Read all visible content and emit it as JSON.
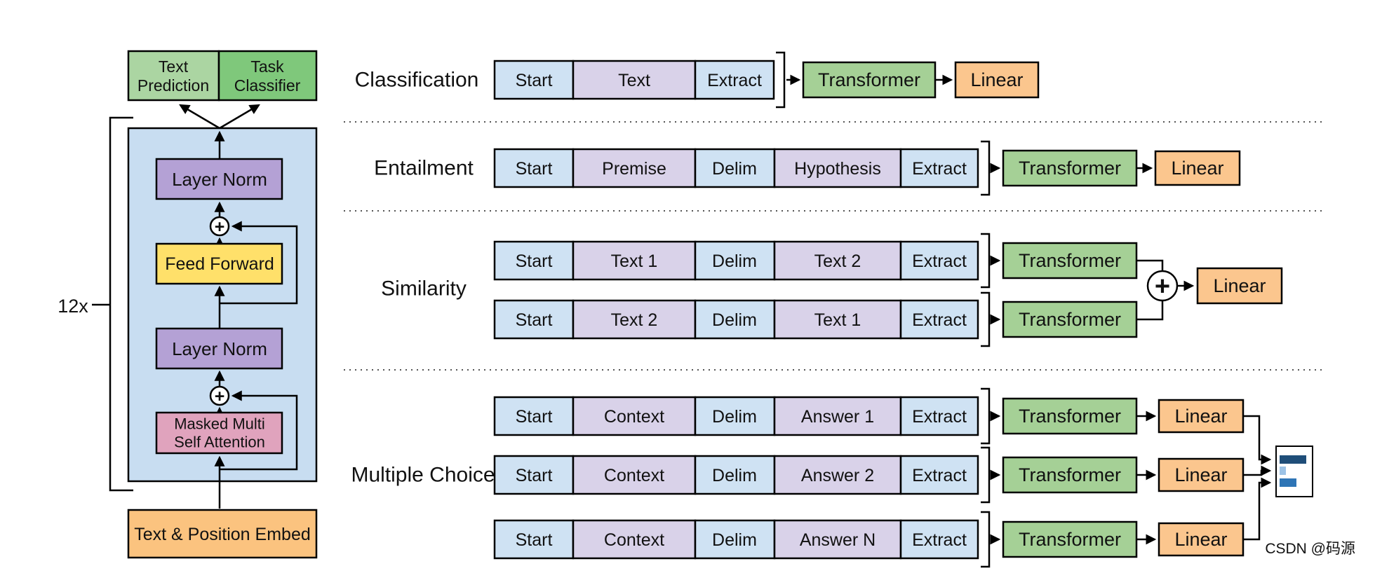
{
  "left_diagram": {
    "repeat_label": "12x",
    "text_prediction": {
      "line1": "Text",
      "line2": "Prediction"
    },
    "task_classifier": {
      "line1": "Task",
      "line2": "Classifier"
    },
    "layer_norm_top": "Layer Norm",
    "feed_forward": "Feed Forward",
    "layer_norm_bottom": "Layer Norm",
    "masked_attention": {
      "line1": "Masked Multi",
      "line2": "Self Attention"
    },
    "embed": "Text & Position Embed",
    "add_icon": "+"
  },
  "labels": {
    "transformer": "Transformer",
    "linear": "Linear"
  },
  "tasks": {
    "classification": {
      "label": "Classification",
      "segments": [
        "Start",
        "Text",
        "Extract"
      ]
    },
    "entailment": {
      "label": "Entailment",
      "segments": [
        "Start",
        "Premise",
        "Delim",
        "Hypothesis",
        "Extract"
      ]
    },
    "similarity": {
      "label": "Similarity",
      "add_icon": "+",
      "rows": [
        [
          "Start",
          "Text 1",
          "Delim",
          "Text 2",
          "Extract"
        ],
        [
          "Start",
          "Text 2",
          "Delim",
          "Text 1",
          "Extract"
        ]
      ]
    },
    "multiple_choice": {
      "label": "Multiple Choice",
      "rows": [
        [
          "Start",
          "Context",
          "Delim",
          "Answer 1",
          "Extract"
        ],
        [
          "Start",
          "Context",
          "Delim",
          "Answer 2",
          "Extract"
        ],
        [
          "Start",
          "Context",
          "Delim",
          "Answer N",
          "Extract"
        ]
      ]
    }
  },
  "colors": {
    "segment_blue": "#cfe2f3",
    "segment_purple": "#d9d2e9",
    "transformer_green": "#a5d096",
    "linear_orange": "#fbc68e",
    "block_blue": "#c8ddf1",
    "layer_norm_purple": "#b4a1d5",
    "feed_forward_yellow": "#ffe06a",
    "attention_pink": "#e0a3bd",
    "embed_orange": "#fbc37f",
    "text_prediction_green": "#abd5a2",
    "task_classifier_green": "#7fc87b",
    "result_bar_dark": "#1f4e79",
    "result_bar_light": "#9dc3e6",
    "result_bar_mid": "#2e75b6"
  },
  "watermark": "CSDN @码源"
}
